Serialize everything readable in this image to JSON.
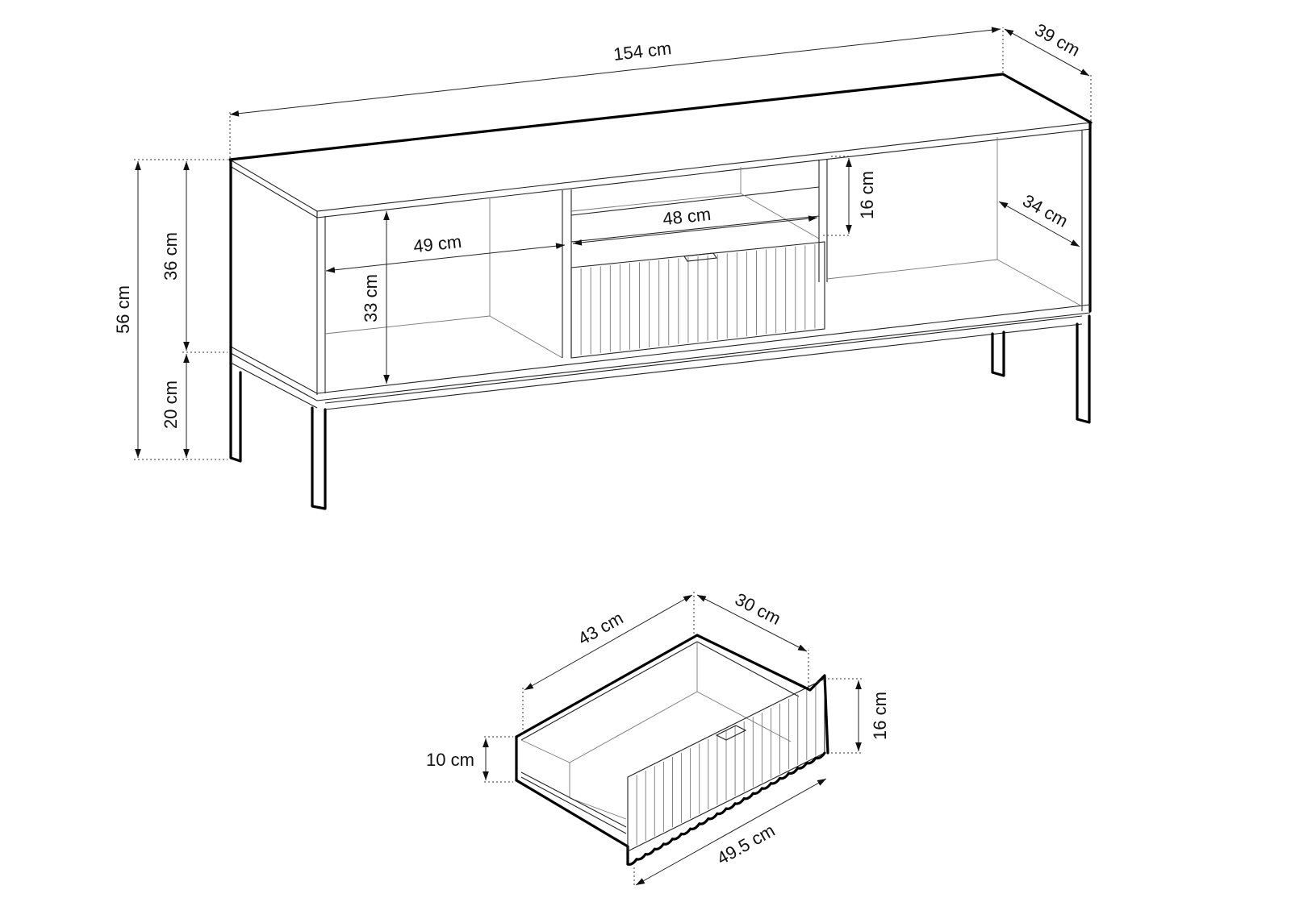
{
  "dimensions": {
    "width_top": "154 cm",
    "depth_top": "39 cm",
    "height_total": "56 cm",
    "height_body": "36 cm",
    "height_legs": "20 cm",
    "compartment_height": "33 cm",
    "compartment_width": "49 cm",
    "middle_width": "48 cm",
    "middle_height": "16 cm",
    "inner_depth": "34 cm"
  },
  "drawer": {
    "length": "43 cm",
    "depth": "30 cm",
    "front_height": "16 cm",
    "side_height": "10 cm",
    "front_width": "49.5 cm"
  },
  "colors": {
    "line": "#000000",
    "background": "#ffffff"
  }
}
